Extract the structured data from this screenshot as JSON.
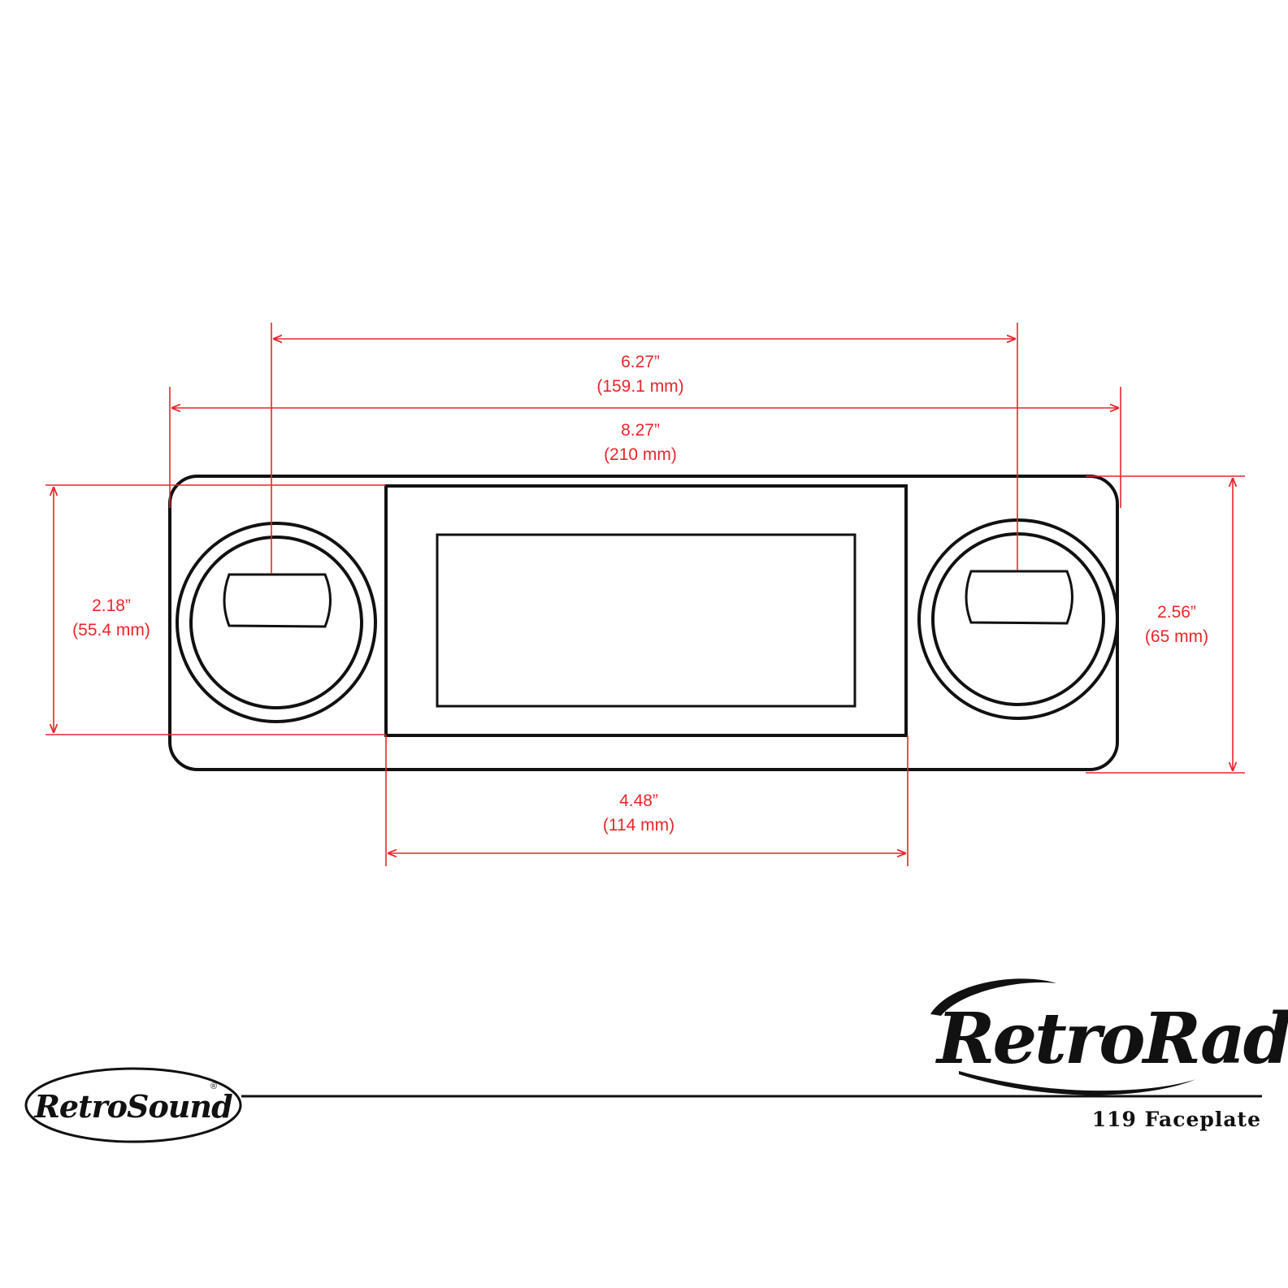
{
  "dimensions": {
    "hole_spacing": {
      "inches": "6.27”",
      "mm": "(159.1 mm)"
    },
    "overall_width": {
      "inches": "8.27”",
      "mm": "(210 mm)"
    },
    "window_height": {
      "inches": "2.18”",
      "mm": "(55.4 mm)"
    },
    "overall_height": {
      "inches": "2.56”",
      "mm": "(65 mm)"
    },
    "window_width": {
      "inches": "4.48”",
      "mm": "(114 mm)"
    }
  },
  "brand": {
    "product_logo": "RetroRadio",
    "maker_logo": "RetroSound",
    "registered_mark": "®"
  },
  "caption": "119 Faceplate",
  "colors": {
    "dimension": "#e8262b",
    "outline": "#111111",
    "background": "#ffffff"
  }
}
